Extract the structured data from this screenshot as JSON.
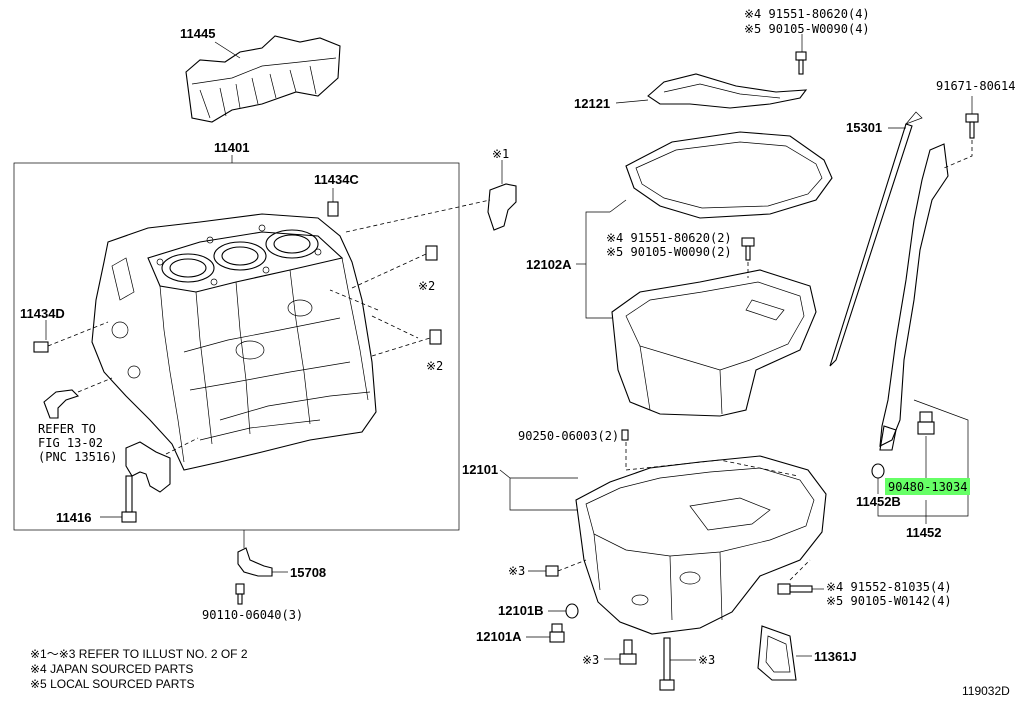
{
  "callouts": {
    "c11445": "11445",
    "c11401": "11401",
    "c11434C": "11434C",
    "c11434D": "11434D",
    "c11416": "11416",
    "c15708": "15708",
    "c90110": "90110-06040(3)",
    "refer1": "REFER TO",
    "refer2": "FIG 13-02",
    "refer3": "(PNC 13516)",
    "ast1": "※1",
    "ast2a": "※2",
    "ast2b": "※2",
    "c12121": "12121",
    "top4": "※4 91551-80620(4)",
    "top5": "※5 90105-W0090(4)",
    "c91671": "91671-80614",
    "c15301": "15301",
    "c12102A": "12102A",
    "mid4": "※4 91551-80620(2)",
    "mid5": "※5 90105-W0090(2)",
    "c90250": "90250-06003(2)",
    "c12101": "12101",
    "c90480": "90480-13034",
    "c11452B": "11452B",
    "c11452": "11452",
    "ast3a": "※3",
    "c12101B": "12101B",
    "c12101A": "12101A",
    "ast3b": "※3",
    "ast3c": "※3",
    "low4": "※4 91552-81035(4)",
    "low5": "※5 90105-W0142(4)",
    "c11361J": "11361J"
  },
  "notes": {
    "line1": "※1～※3  REFER TO ILLUST NO. 2 OF 2",
    "line2": "※4 JAPAN SOURCED PARTS",
    "line3": "※5 LOCAL SOURCED PARTS"
  },
  "footer": {
    "illust_no": "119032D"
  },
  "colors": {
    "highlight": "#66ff66"
  }
}
